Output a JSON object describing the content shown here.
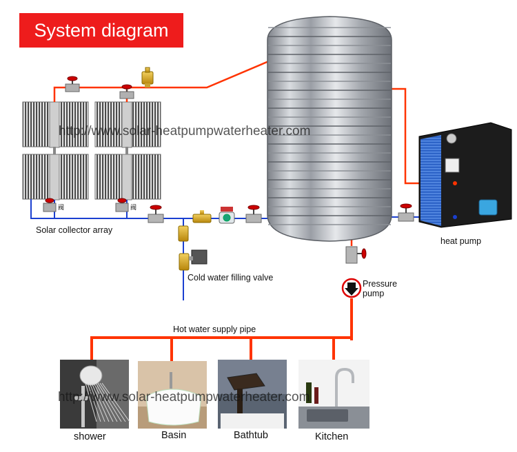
{
  "title": "System diagram",
  "watermark": "http://www.solar-heatpumpwaterheater.com",
  "labels": {
    "solar_array": "Solar collector array",
    "cold_valve": "Cold water filling valve",
    "heat_pump": "heat pump",
    "pressure_pump": "Pressure\npump",
    "hot_pipe": "Hot water supply pipe",
    "valve_char": "阀"
  },
  "outlets": [
    "shower",
    "Basin",
    "Bathtub",
    "Kitchen"
  ],
  "colors": {
    "title_bg": "#ee1c1c",
    "hot_pipe": "#ff3300",
    "cold_pipe": "#1a3fd0",
    "tank_steel": "#b8bcc2",
    "heat_pump_body": "#1c1c1c",
    "heat_pump_fins": "#2e64c8"
  },
  "icons": [
    "air-vent-icon",
    "gate-valve-icon",
    "ball-valve-icon",
    "circulation-pump-icon",
    "pressure-pump-icon"
  ]
}
